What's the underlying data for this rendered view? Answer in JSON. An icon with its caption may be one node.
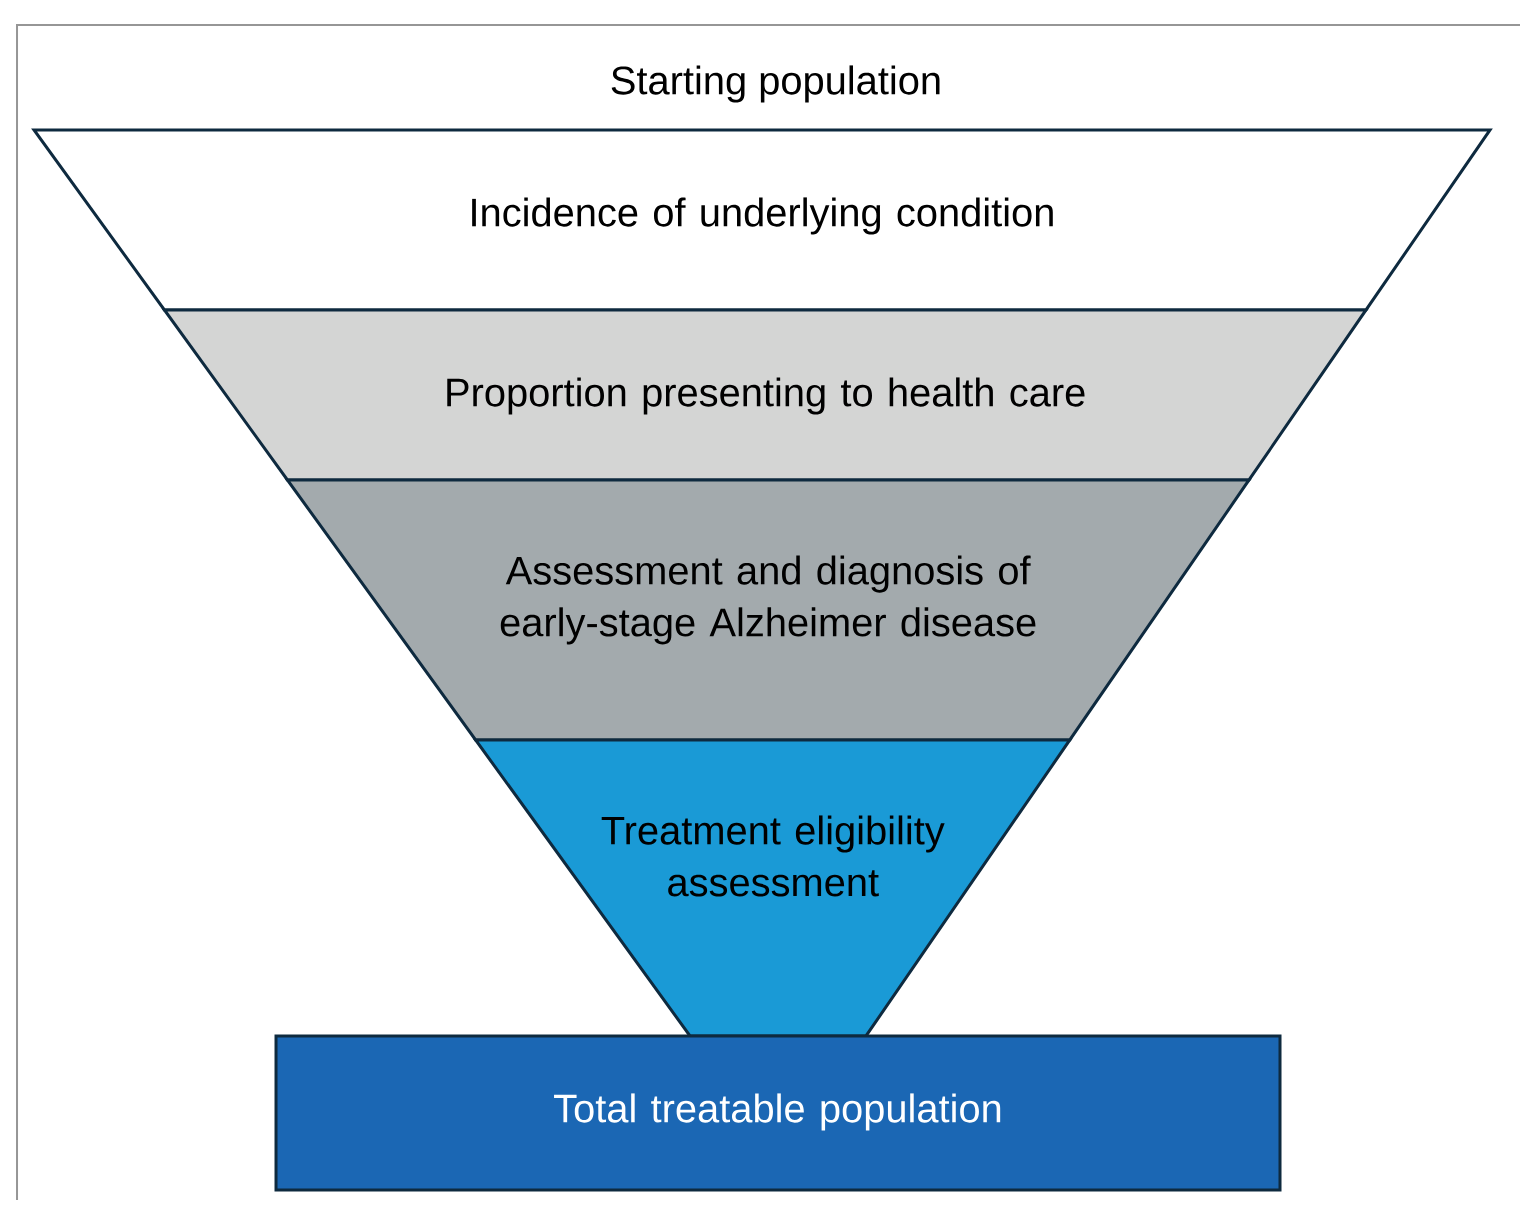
{
  "diagram": {
    "nodes": [
      {
        "text": [
          "Incidence of underlying condition"
        ]
      },
      {
        "text": [
          "Proportion presenting to health care"
        ]
      },
      {
        "text": [
          "Assessment and diagnosis of early-stage Alzheimer disease"
        ]
      },
      {
        "text": [
          "Treatment eligibility assessment"
        ]
      },
      {
        "text": [
          "Total treatable population"
        ]
      }
    ],
    "labels": [
      "Starting population"
    ]
  }
}
